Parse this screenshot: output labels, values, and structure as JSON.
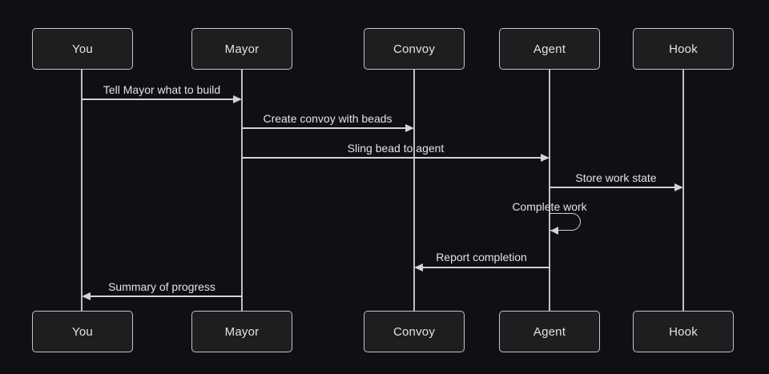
{
  "diagram": {
    "type": "sequence",
    "actors": [
      {
        "name": "You"
      },
      {
        "name": "Mayor"
      },
      {
        "name": "Convoy"
      },
      {
        "name": "Agent"
      },
      {
        "name": "Hook"
      }
    ],
    "messages": [
      {
        "label": "Tell Mayor what to build",
        "from": "You",
        "to": "Mayor",
        "arrow": "solid-right"
      },
      {
        "label": "Create convoy with beads",
        "from": "Mayor",
        "to": "Convoy",
        "arrow": "solid-right"
      },
      {
        "label": "Sling bead to agent",
        "from": "Mayor",
        "to": "Agent",
        "arrow": "solid-right"
      },
      {
        "label": "Store work state",
        "from": "Agent",
        "to": "Hook",
        "arrow": "solid-right"
      },
      {
        "label": "Complete work",
        "from": "Agent",
        "to": "Agent",
        "arrow": "self-loop"
      },
      {
        "label": "Report completion",
        "from": "Agent",
        "to": "Convoy",
        "arrow": "solid-left"
      },
      {
        "label": "Summary of progress",
        "from": "Mayor",
        "to": "You",
        "arrow": "solid-left"
      }
    ],
    "colors": {
      "background": "#0e1013",
      "actor_fill": "#1d1e1f",
      "actor_border": "#c2c3c6",
      "line": "#d3d3d3",
      "text": "#e3e3e5"
    }
  }
}
